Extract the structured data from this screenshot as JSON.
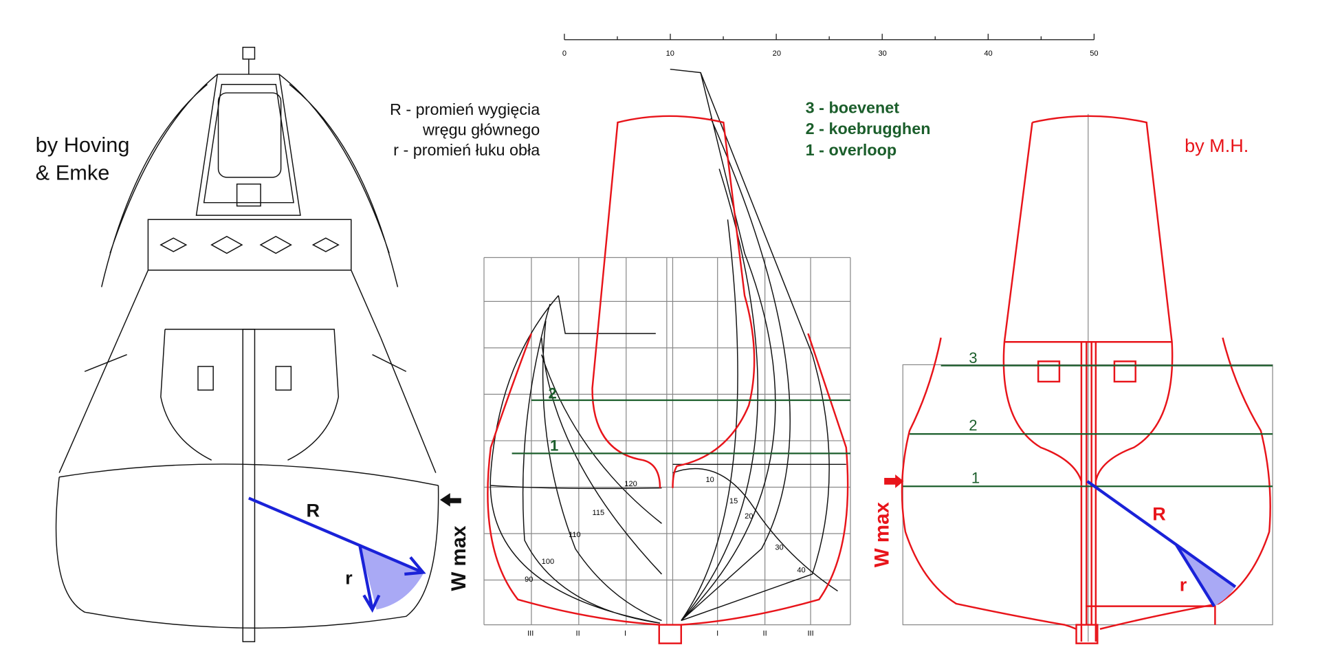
{
  "left": {
    "title_line1": "by Hoving",
    "title_line2": "& Emke",
    "R": "R",
    "r": "r",
    "wmax": "W max"
  },
  "legend": {
    "line1": "R - promień wygięcia",
    "line2": "wręgu głównego",
    "line3": "r - promień łuku obła"
  },
  "decks": {
    "d3": "3 - boevenet",
    "d2": "2 - koebrugghen",
    "d1": "1 - overloop"
  },
  "ruler": {
    "ticks": [
      "0",
      "10",
      "20",
      "30",
      "40",
      "50"
    ]
  },
  "middle": {
    "deck2": "2",
    "deck1": "1",
    "stations_aft": [
      "120",
      "115",
      "110",
      "100",
      "90"
    ],
    "stations_fore": [
      "10",
      "15",
      "20",
      "30",
      "40"
    ],
    "roman": [
      "III",
      "II",
      "I",
      "I",
      "II",
      "III"
    ]
  },
  "right": {
    "title": "by M.H.",
    "deck3": "3",
    "deck2": "2",
    "deck1": "1",
    "R": "R",
    "r": "r",
    "wmax": "W max"
  },
  "colors": {
    "red": "#e8141a",
    "green": "#1b5e2b",
    "blue": "#1a22d8",
    "fill": "#a9a9f5"
  }
}
